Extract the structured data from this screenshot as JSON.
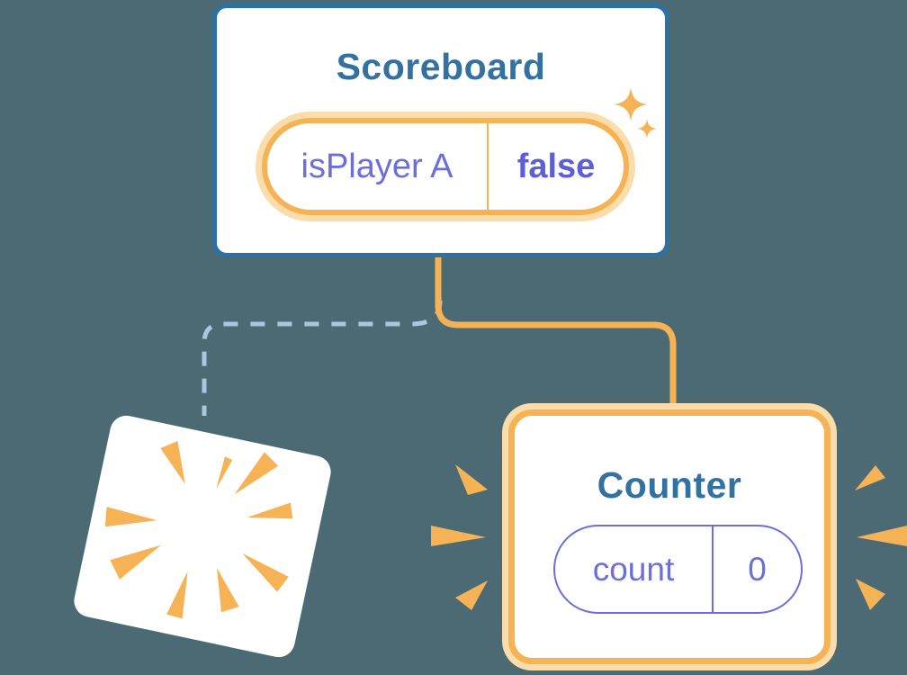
{
  "colors": {
    "background": "#4c6a73",
    "card_white": "#ffffff",
    "teal_border": "#2d70a2",
    "teal_text": "#33719f",
    "orange": "#f6b355",
    "orange_halo": "#fbdcab",
    "purple": "#6a6fdc",
    "purple_bold": "#5c5fd8",
    "dashed_blue": "#aac7dd"
  },
  "scoreboard": {
    "title": "Scoreboard",
    "state": {
      "label": "isPlayer A",
      "value": "false"
    }
  },
  "counter": {
    "title": "Counter",
    "state": {
      "label": "count",
      "value": "0"
    }
  }
}
